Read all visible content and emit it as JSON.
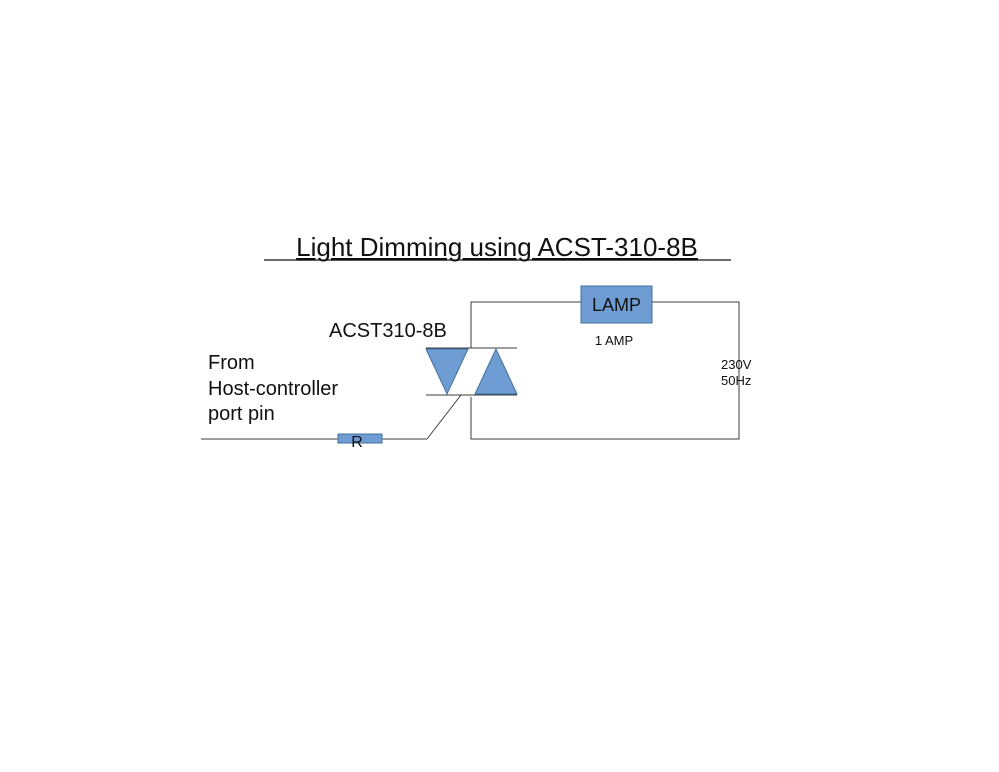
{
  "title": "Light Dimming using ACST-310-8B",
  "triac": {
    "label": "ACST310-8B"
  },
  "lamp": {
    "label": "LAMP",
    "rating": "1 AMP"
  },
  "supply": {
    "voltage": "230V",
    "frequency": "50Hz"
  },
  "input": {
    "line1": "From",
    "line2": "Host-controller",
    "line3": "port pin"
  },
  "resistor": {
    "label": "R"
  },
  "colors": {
    "component_fill": "#6f9cd3",
    "component_stroke": "#41719c",
    "wire": "#3c3c3c"
  }
}
